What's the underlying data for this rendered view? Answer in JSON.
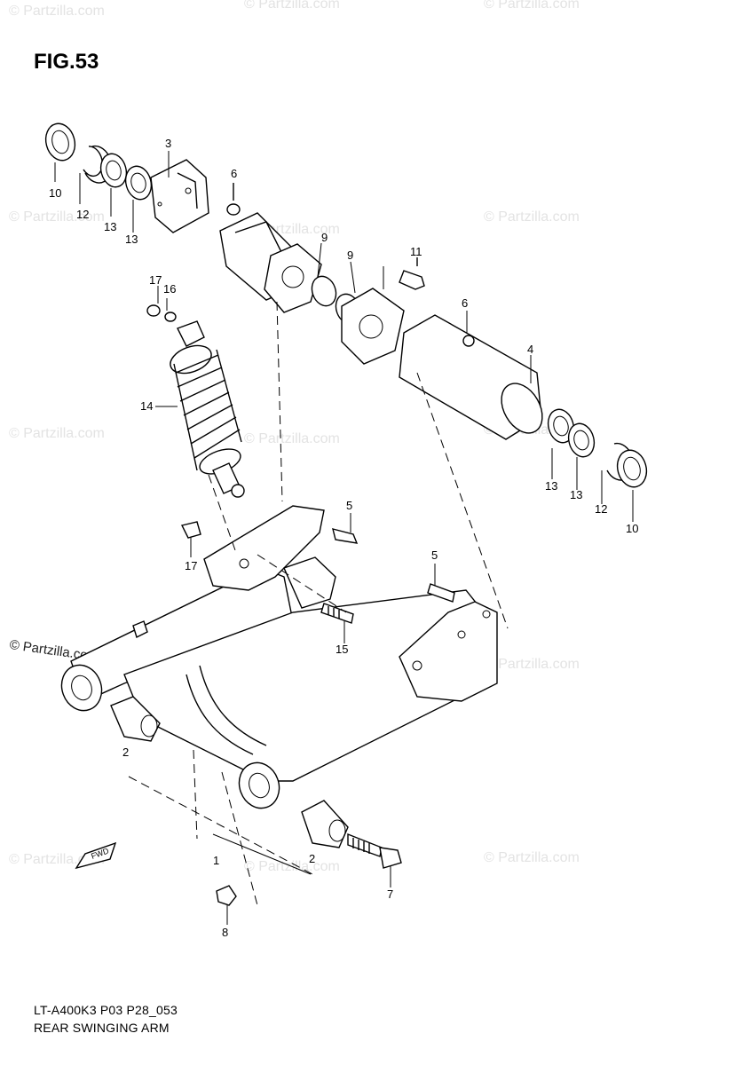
{
  "figure": {
    "title": "FIG.53",
    "code": "LT-A400K3 P03 P28_053",
    "name": "REAR SWINGING ARM",
    "copyright": "© Partzilla.com",
    "watermark": "© Partzilla.com",
    "fwd_label": "FWD"
  },
  "callouts": [
    "10",
    "12",
    "13",
    "13",
    "3",
    "6",
    "9",
    "9",
    "11",
    "17",
    "16",
    "6",
    "4",
    "14",
    "13",
    "13",
    "12",
    "10",
    "5",
    "17",
    "5",
    "15",
    "2",
    "1",
    "2",
    "7",
    "8"
  ]
}
